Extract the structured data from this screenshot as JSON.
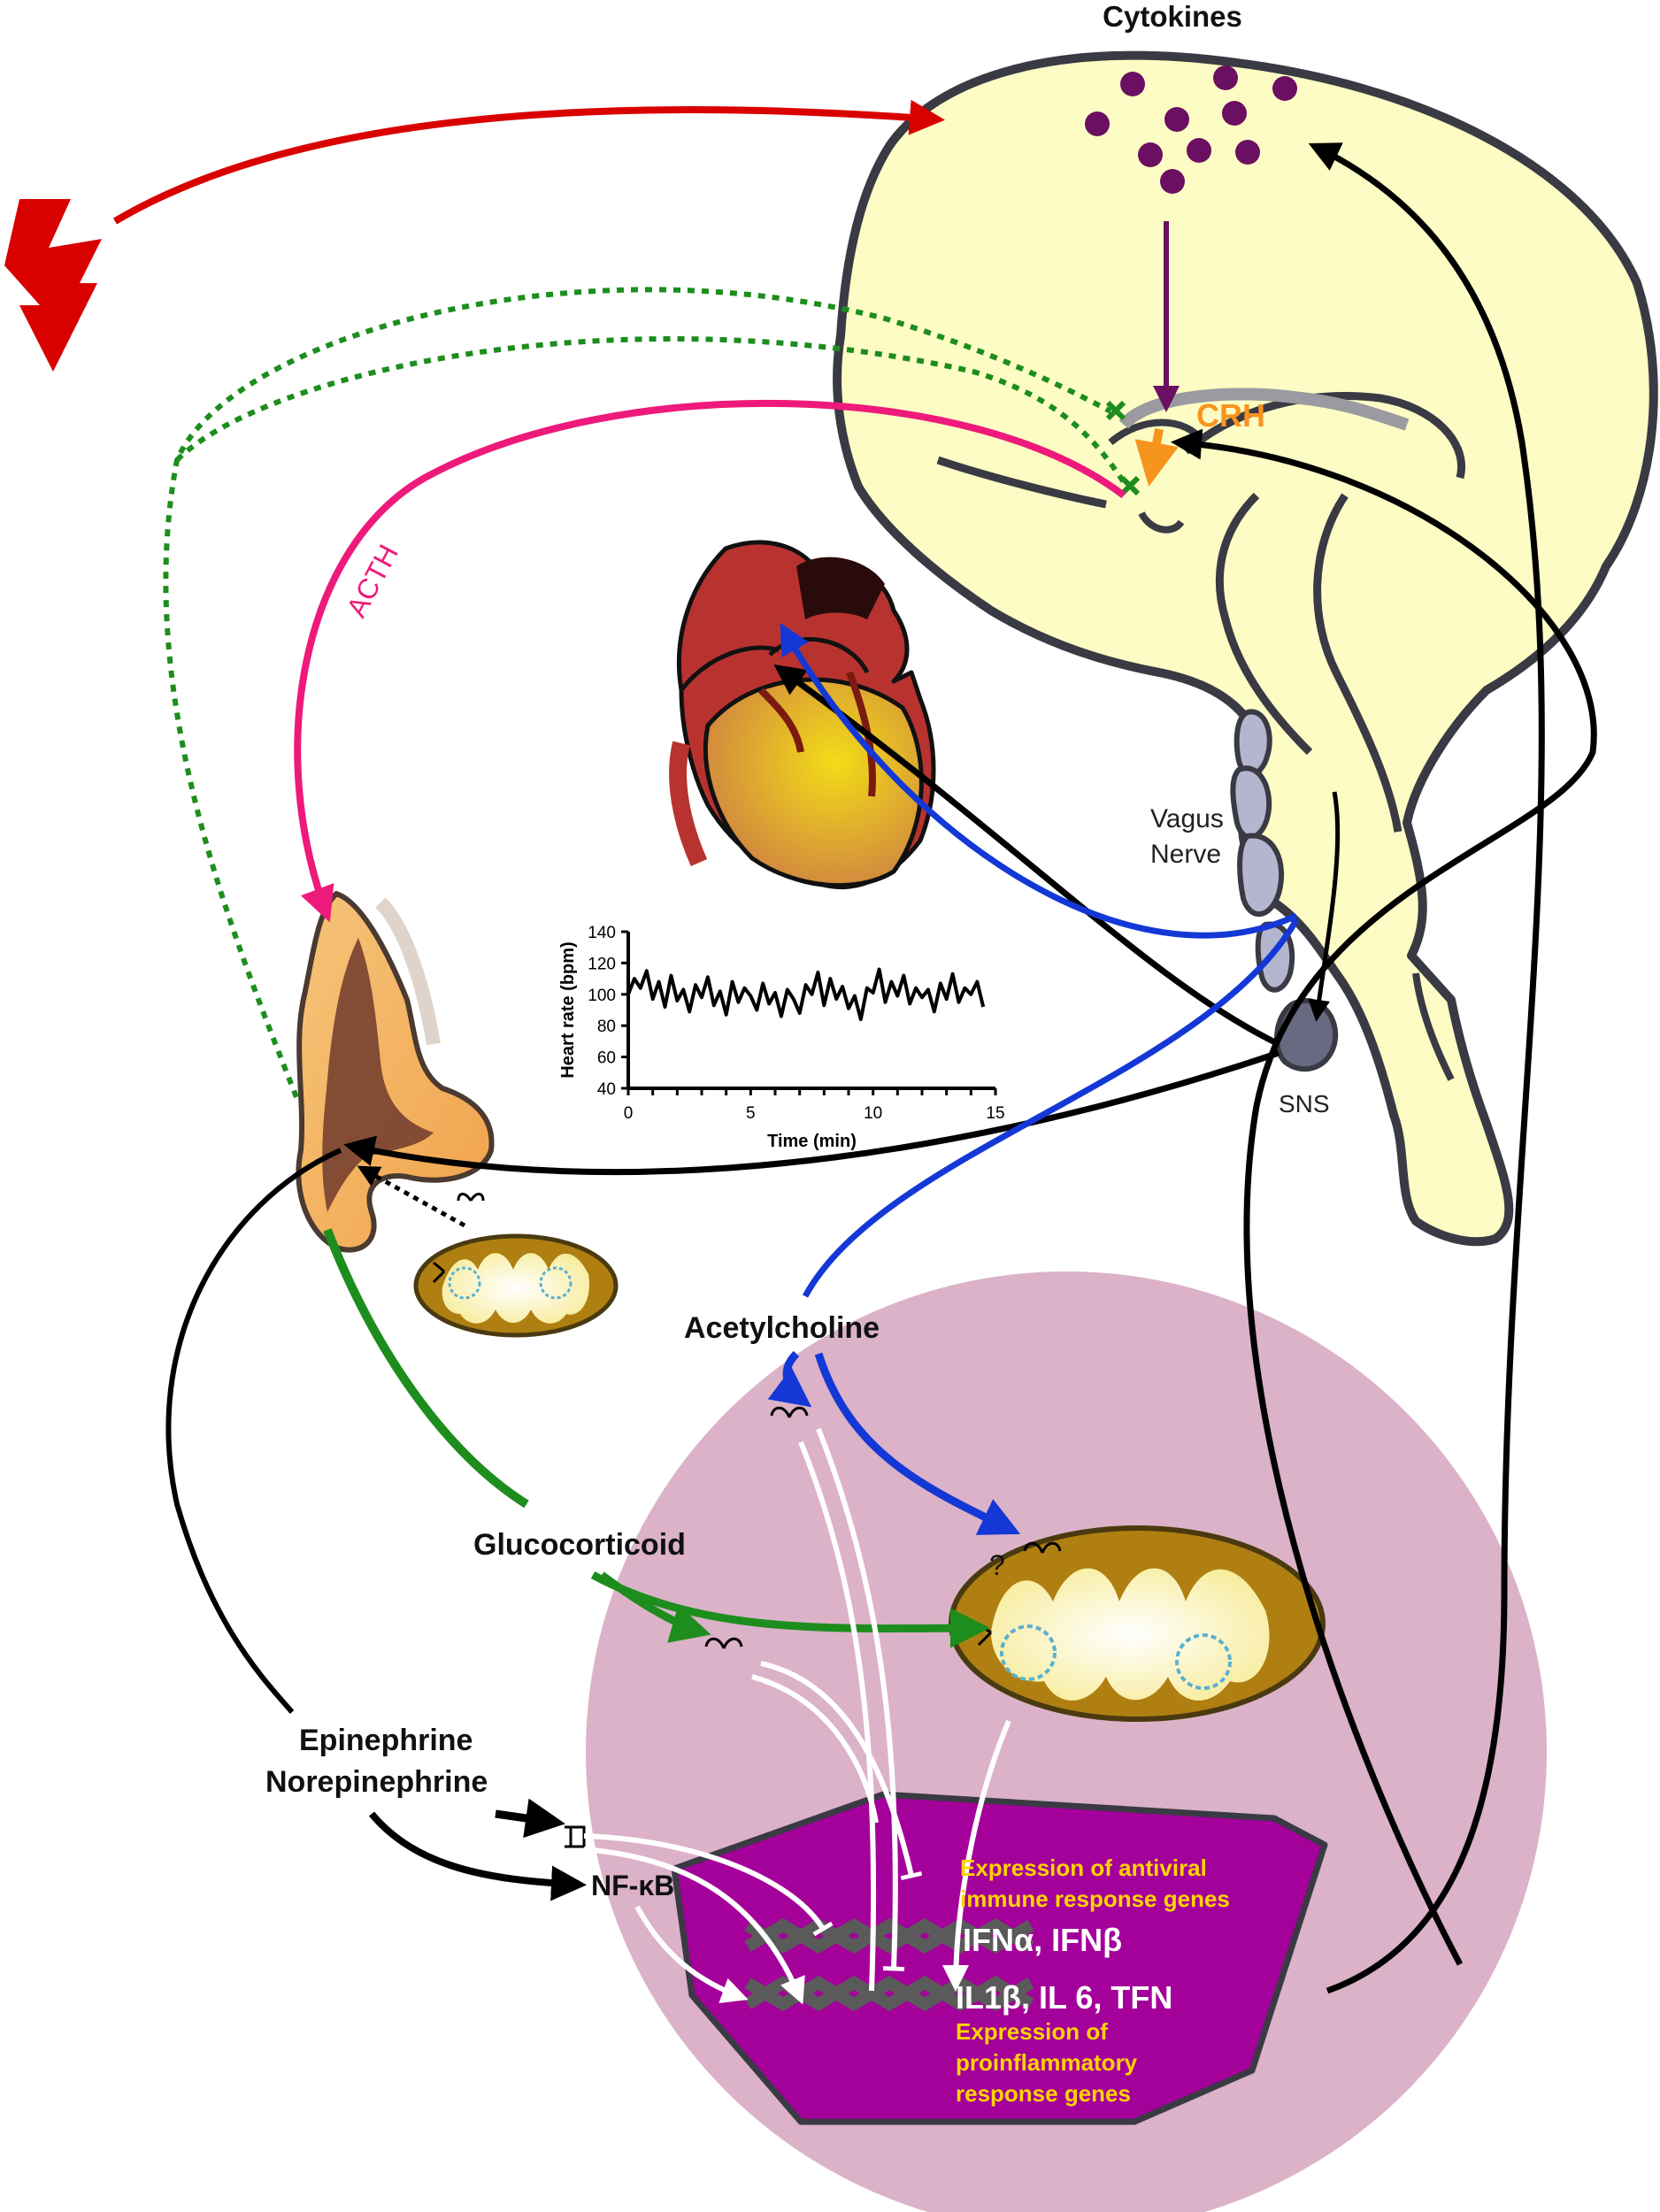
{
  "labels": {
    "cytokines": "Cytokines",
    "crh": "CRH",
    "acth": "ACTH",
    "vagus_line1": "Vagus",
    "vagus_line2": "Nerve",
    "sns": "SNS",
    "acetylcholine": "Acetylcholine",
    "glucocorticoid": "Glucocorticoid",
    "epinephrine": "Epinephrine",
    "norepinephrine": "Norepinephrine",
    "nfkb": "NF-κB",
    "question_mark": "?",
    "antiviral_line1": "Expression of antiviral",
    "antiviral_line2": "immune response genes",
    "ifn": "IFNα, IFNβ",
    "il": "IL1β, IL 6, TFN",
    "proinflam_line1": "Expression of",
    "proinflam_line2": "proinflammatory",
    "proinflam_line3": "response genes"
  },
  "colors": {
    "brain_fill": "#fcfcc4",
    "outline": "#3a3a44",
    "stress": "#d90000",
    "acth": "#ee1a7b",
    "crh": "#f7941d",
    "cytokine": "#6b0f62",
    "vagal": "#1438d6",
    "glucocorticoid": "#1d8d1d",
    "cell": "#dbb2c8",
    "nucleus": "#a4009a",
    "mito": "#b07f12",
    "highlight_text": "#ffd400"
  },
  "chart_data": {
    "type": "line",
    "title": "",
    "xlabel": "Time (min)",
    "ylabel": "Heart rate (bpm)",
    "xlim": [
      0,
      15
    ],
    "ylim": [
      40,
      140
    ],
    "xticks": [
      0,
      5,
      10,
      15
    ],
    "yticks": [
      40,
      60,
      80,
      100,
      120,
      140
    ],
    "grid": false,
    "series": [
      {
        "x": [
          0,
          0.25,
          0.5,
          0.75,
          1,
          1.25,
          1.5,
          1.75,
          2,
          2.25,
          2.5,
          2.75,
          3,
          3.25,
          3.5,
          3.75,
          4,
          4.25,
          4.5,
          4.75,
          5,
          5.25,
          5.5,
          5.75,
          6,
          6.25,
          6.5,
          6.75,
          7,
          7.25,
          7.5,
          7.75,
          8,
          8.25,
          8.5,
          8.75,
          9,
          9.25,
          9.5,
          9.75,
          10,
          10.25,
          10.5,
          10.75,
          11,
          11.25,
          11.5,
          11.75,
          12,
          12.25,
          12.5,
          12.75,
          13,
          13.25,
          13.5,
          13.75,
          14,
          14.25,
          14.5
        ],
        "y": [
          100,
          110,
          104,
          115,
          97,
          108,
          92,
          112,
          96,
          103,
          89,
          106,
          98,
          111,
          93,
          102,
          87,
          108,
          95,
          104,
          99,
          90,
          107,
          94,
          101,
          86,
          103,
          97,
          88,
          106,
          100,
          114,
          93,
          110,
          97,
          105,
          91,
          99,
          84,
          104,
          101,
          116,
          95,
          108,
          99,
          112,
          94,
          104,
          98,
          103,
          89,
          107,
          97,
          113,
          95,
          104,
          100,
          108,
          92
        ]
      }
    ]
  }
}
